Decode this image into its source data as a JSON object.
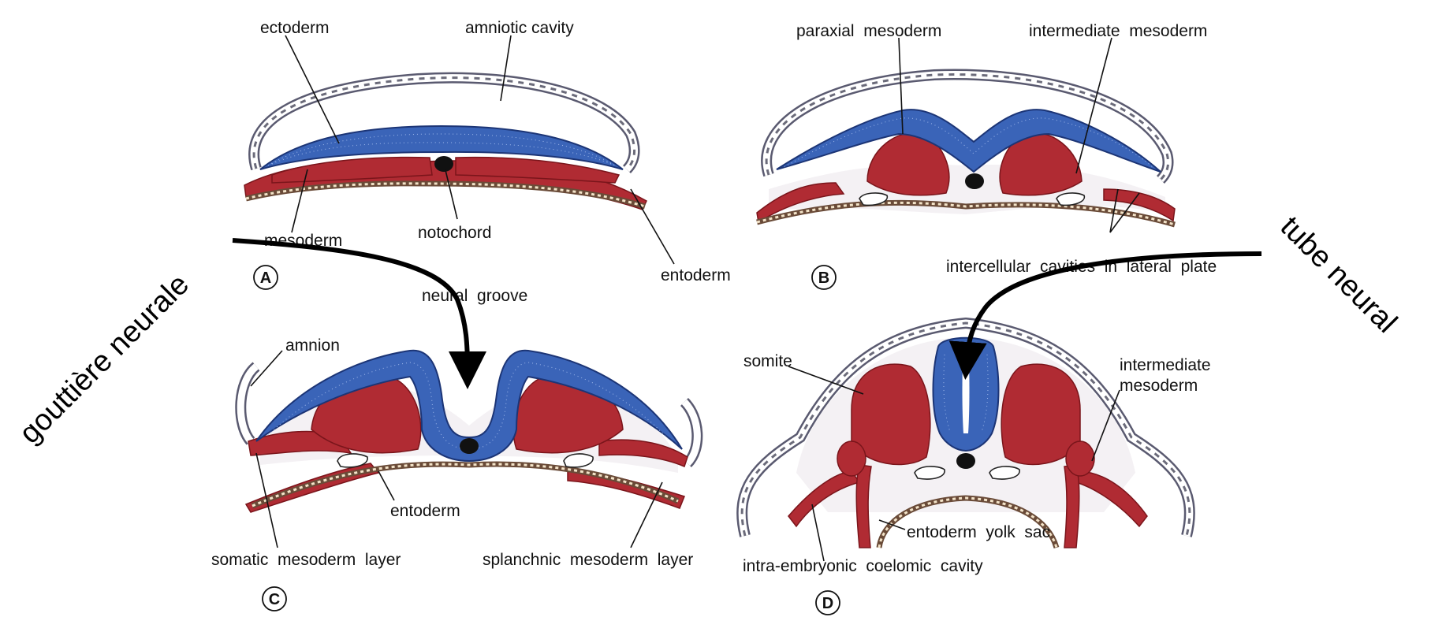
{
  "panels": {
    "A": {
      "letter": "A",
      "labels": {
        "ectoderm": "ectoderm",
        "amniotic_cavity": "amniotic cavity",
        "mesoderm": "mesoderm",
        "notochord": "notochord",
        "entoderm": "entoderm"
      }
    },
    "B": {
      "letter": "B",
      "labels": {
        "paraxial_mesoderm": "paraxial  mesoderm",
        "intermediate_mesoderm": "intermediate  mesoderm",
        "intercellular_cavities": "intercellular  cavities  in  lateral  plate"
      }
    },
    "C": {
      "letter": "C",
      "labels": {
        "neural_groove": "neural  groove",
        "amnion": "amnion",
        "entoderm": "entoderm",
        "somatic_mesoderm": "somatic  mesoderm  layer",
        "splanchnic_mesoderm": "splanchnic  mesoderm  layer"
      }
    },
    "D": {
      "letter": "D",
      "labels": {
        "somite": "somite",
        "intermediate_line1": "intermediate",
        "intermediate_line2": "mesoderm",
        "entoderm_yolk_sac": "entoderm  yolk  sac",
        "coelomic_cavity": "intra-embryonic  coelomic  cavity"
      }
    }
  },
  "annotations": {
    "left": "gouttière neurale",
    "right": "tube neural"
  },
  "colors": {
    "ectoderm": "#3a64b8",
    "mesoderm": "#b02b33",
    "notochord": "#111111",
    "arrow": "#000000"
  }
}
